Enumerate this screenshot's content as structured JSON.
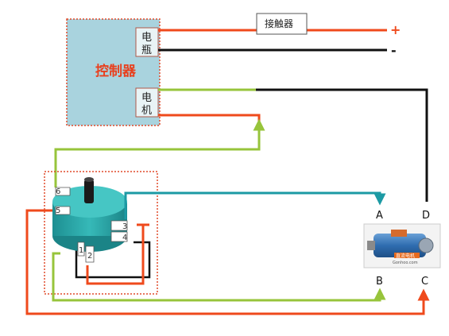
{
  "controller": {
    "title": "控制器",
    "battery_label": [
      "电",
      "瓶"
    ],
    "motor_label": [
      "电",
      "机"
    ]
  },
  "contactor": {
    "label": "接触器"
  },
  "battery_terminals": {
    "positive": "+",
    "negative": "-"
  },
  "terminals": {
    "A": "A",
    "B": "B",
    "C": "C",
    "D": "D"
  },
  "switch_ports": [
    "1",
    "2",
    "3",
    "4",
    "5",
    "6"
  ],
  "motor_photo": {
    "logo_text": "直流电机",
    "site_text": "Gonhoo.com"
  },
  "colors": {
    "controller_fill": "#a9d3de",
    "controller_border": "#e04a2a",
    "controller_title": "#e8401e",
    "red_wire": "#ef4a1c",
    "black_wire": "#111111",
    "green_wire": "#97c43b",
    "teal_wire": "#1c9aa4",
    "switch_body": "#2aa7a8"
  }
}
